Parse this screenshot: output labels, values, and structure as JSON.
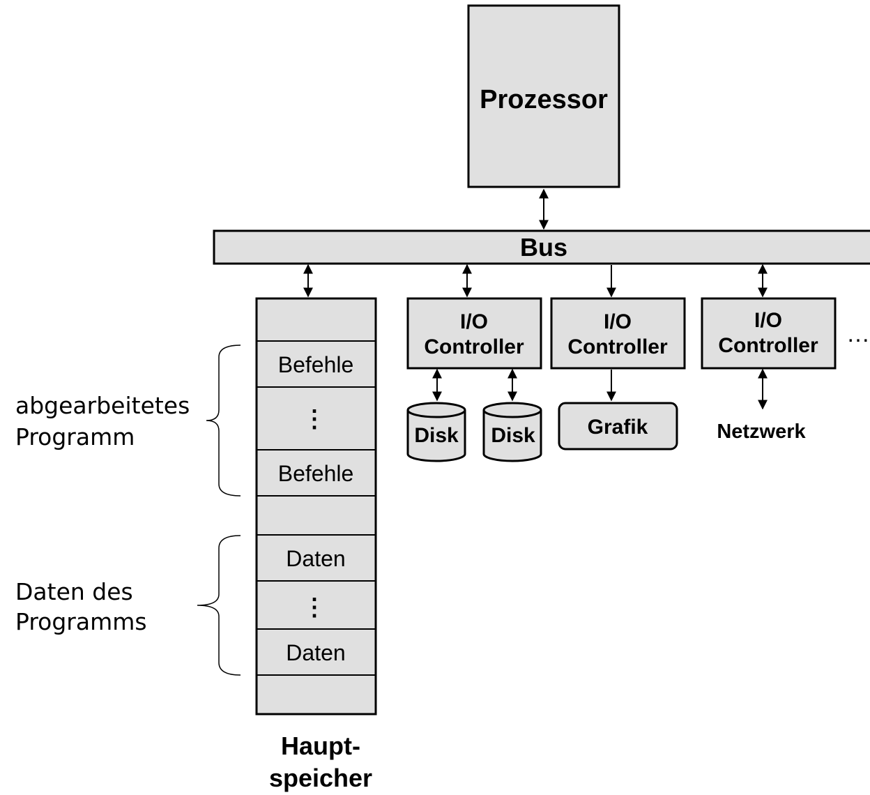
{
  "processor": {
    "label": "Prozessor"
  },
  "bus": {
    "label": "Bus"
  },
  "memory": {
    "cells": [
      "",
      "Befehle",
      "⋮",
      "Befehle",
      "",
      "Daten",
      "⋮",
      "Daten",
      ""
    ],
    "caption_line1": "Haupt-",
    "caption_line2": "speicher"
  },
  "controllers": [
    {
      "line1": "I/O",
      "line2": "Controller"
    },
    {
      "line1": "I/O",
      "line2": "Controller"
    },
    {
      "line1": "I/O",
      "line2": "Controller"
    }
  ],
  "devices": {
    "disk1": "Disk",
    "disk2": "Disk",
    "grafik": "Grafik",
    "netzwerk": "Netzwerk"
  },
  "ellipsis": "…",
  "annotations": {
    "program_line1": "abgearbeitetes",
    "program_line2": "Programm",
    "data_line1": "Daten des",
    "data_line2": "Programms"
  }
}
